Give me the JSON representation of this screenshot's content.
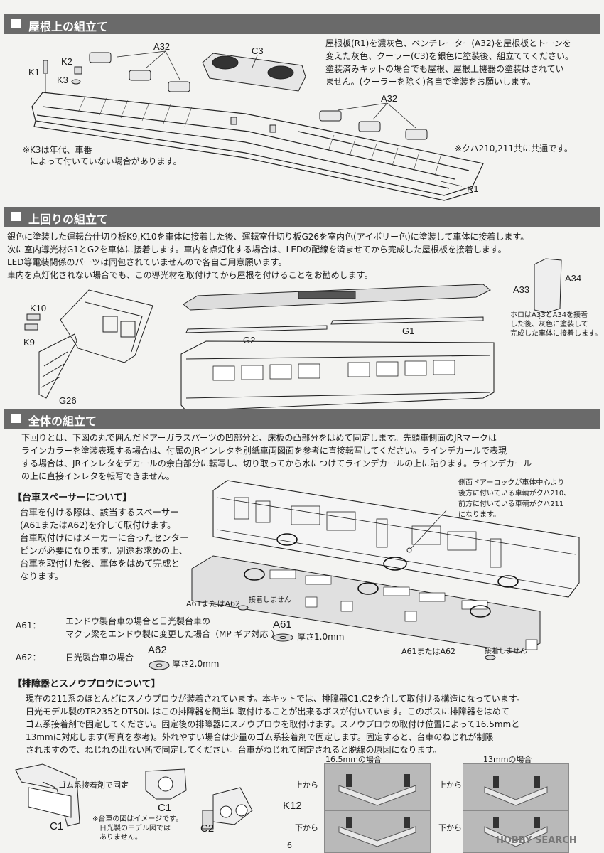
{
  "sections": {
    "roof": {
      "title": "屋根上の組立て",
      "text": [
        "屋根板(R1)を濃灰色、ベンチレーター(A32)を屋根板とトーンを",
        "変えた灰色、クーラー(C3)を銀色に塗装後、組立ててください。",
        "塗装済みキットの場合でも屋根、屋根上機器の塗装はされてい",
        "ません。(クーラーを除く)各自で塗装をお願いします。"
      ],
      "labels": {
        "k1": "K1",
        "k2": "K2",
        "k3": "K3",
        "a32_top": "A32",
        "c3": "C3",
        "a32_right": "A32",
        "r1": "R1"
      },
      "note_k3": [
        "※K3は年代、車番",
        "によって付いていない場合があります。"
      ],
      "note_common": "※クハ210,211共に共通です。"
    },
    "upper": {
      "title": "上回りの組立て",
      "text": [
        "銀色に塗装した運転台仕切り板K9,K10を車体に接着した後、運転室仕切り板G26を室内色(アイボリー色)に塗装して車体に接着します。",
        "次に室内導光材G1とG2を車体に接着します。車内を点灯化する場合は、LEDの配線を済ませてから完成した屋根板を接着します。",
        "LED等電装関係のパーツは同包されていませんので各自ご用意願います。",
        "車内を点灯化されない場合でも、この導光材を取付けてから屋根を付けることをお勧めします。"
      ],
      "labels": {
        "k10": "K10",
        "k9": "K9",
        "g26": "G26",
        "g2": "G2",
        "g1": "G1",
        "a33": "A33",
        "a34": "A34"
      },
      "note_horo": [
        "ホロはA33とA34を接着",
        "した後、灰色に塗装して",
        "完成した車体に接着します。"
      ]
    },
    "overall": {
      "title": "全体の組立て",
      "text": [
        "下回りとは、下図の丸で囲んだドアーガラスパーツの凹部分と、床板の凸部分をはめて固定します。先頭車側面のJRマークは",
        "ラインカラーを塗装表現する場合は、付属のJRインレタを別紙車両図面を参考に直接転写してください。ラインデカールで表現",
        "する場合は、JRインレタをデカールの余白部分に転写し、切り取ってから水につけてラインデカールの上に貼ります。ラインデカール",
        "の上に直接インレタを転写できません。"
      ],
      "spacer_title": "【台車スペーサーについて】",
      "spacer_text": [
        "台車を付ける際は、該当するスペーサー",
        "(A61またはA62)を介して取付けます。",
        "台車取付けにはメーカーに合ったセンター",
        "ピンが必要になります。別途お求めの上、",
        "台車を取付けた後、車体をはめて完成と",
        "なります。"
      ],
      "cock_note": [
        "側面ドアーコックが車体中心より",
        "後方に付いている車輌がクハ210、",
        "前方に付いている車輌がクハ211",
        "になります。"
      ],
      "a61a62_left": "A61またはA62",
      "a61a62_right": "A61またはA62",
      "no_glue_left": "接着しません",
      "no_glue_right": "接着しません",
      "a61_key": "A61：",
      "a61_desc": [
        "エンドウ製台車の場合と日光製台車の",
        "マクラ梁をエンドウ製に変更した場合（MP ギア対応 ）"
      ],
      "a61_label": "A61",
      "a61_thick": "厚さ1.0mm",
      "a62_key": "A62：",
      "a62_desc": "日光製台車の場合",
      "a62_label": "A62",
      "a62_thick": "厚さ2.0mm"
    },
    "snow": {
      "title": "【排障器とスノウプロウについて】",
      "text": [
        "現在の211系のほとんどにスノウプロウが装着されています。本キットでは、排障器C1,C2を介して取付ける構造になっています。",
        "日光モデル製のTR235とDT50にはこの排障器を簡単に取付けることが出来るボスが付いています。このボスに排障器をはめて",
        "ゴム系接着剤で固定してください。固定後の排障器にスノウプロウを取付けます。スノウプロウの取付け位置によって16.5mmと",
        "13mmに対応します(写真を参考)。外れやすい場合は少量のゴム系接着剤で固定します。固定すると、台車のねじれが制限",
        "されますので、ねじれの出ない所で固定してください。台車がねじれて固定されると脱線の原因になります。"
      ],
      "glue_note": "ゴム系接着剤で固定",
      "c1_left": "C1",
      "c1_mid": "C1",
      "c2": "C2",
      "truck_note": [
        "※台車の図はイメージです。",
        "日光製のモデル図では",
        "ありません。"
      ],
      "case165": "16.5mmの場合",
      "case13": "13mmの場合",
      "from_top_left": "上から",
      "from_bottom_left": "下から",
      "from_top_right": "上から",
      "from_bottom_right": "下から",
      "k12": "K12"
    }
  },
  "page_number": "6",
  "watermark": "HOBBY SEARCH"
}
